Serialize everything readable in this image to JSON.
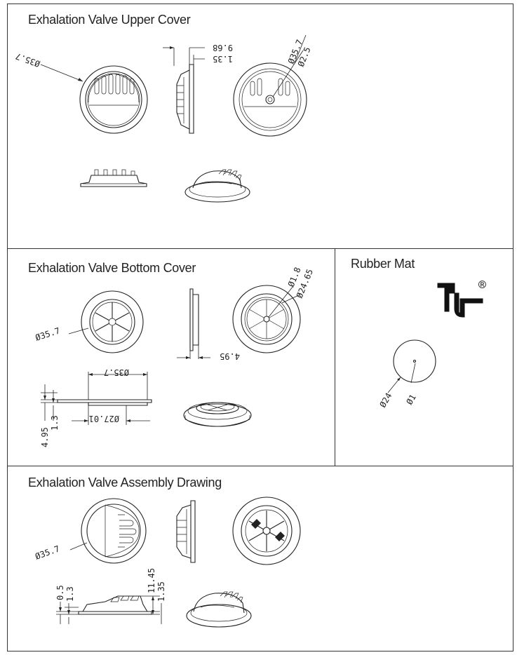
{
  "sections": {
    "upper_cover": {
      "title": "Exhalation Valve Upper Cover",
      "dims": {
        "front_dia": "Ø35.7",
        "t1": "9.68",
        "t2": "1.35",
        "back_dia": "Ø35.7",
        "hole_dia": "Ø2.5"
      }
    },
    "bottom_cover": {
      "title": "Exhalation Valve Bottom Cover",
      "dims": {
        "front_dia": "Ø35.7",
        "side_t": "4.95",
        "pin_dia": "Ø1.8",
        "inner_dia": "Ø24.65",
        "sec_top_dia": "Ø35.7",
        "sec_bot_dia": "Ø27.01",
        "h1": "4.95",
        "h2": "1.3"
      }
    },
    "rubber_mat": {
      "title": "Rubber Mat",
      "mark": "®",
      "dims": {
        "outer": "Ø24",
        "inner": "Ø1"
      }
    },
    "assembly": {
      "title": "Exhalation Valve Assembly Drawing",
      "dims": {
        "front_dia": "Ø35.7",
        "h_a": "0.5",
        "h_b": "1.3",
        "h_c": "11.45",
        "h_d": "1.35"
      }
    }
  }
}
